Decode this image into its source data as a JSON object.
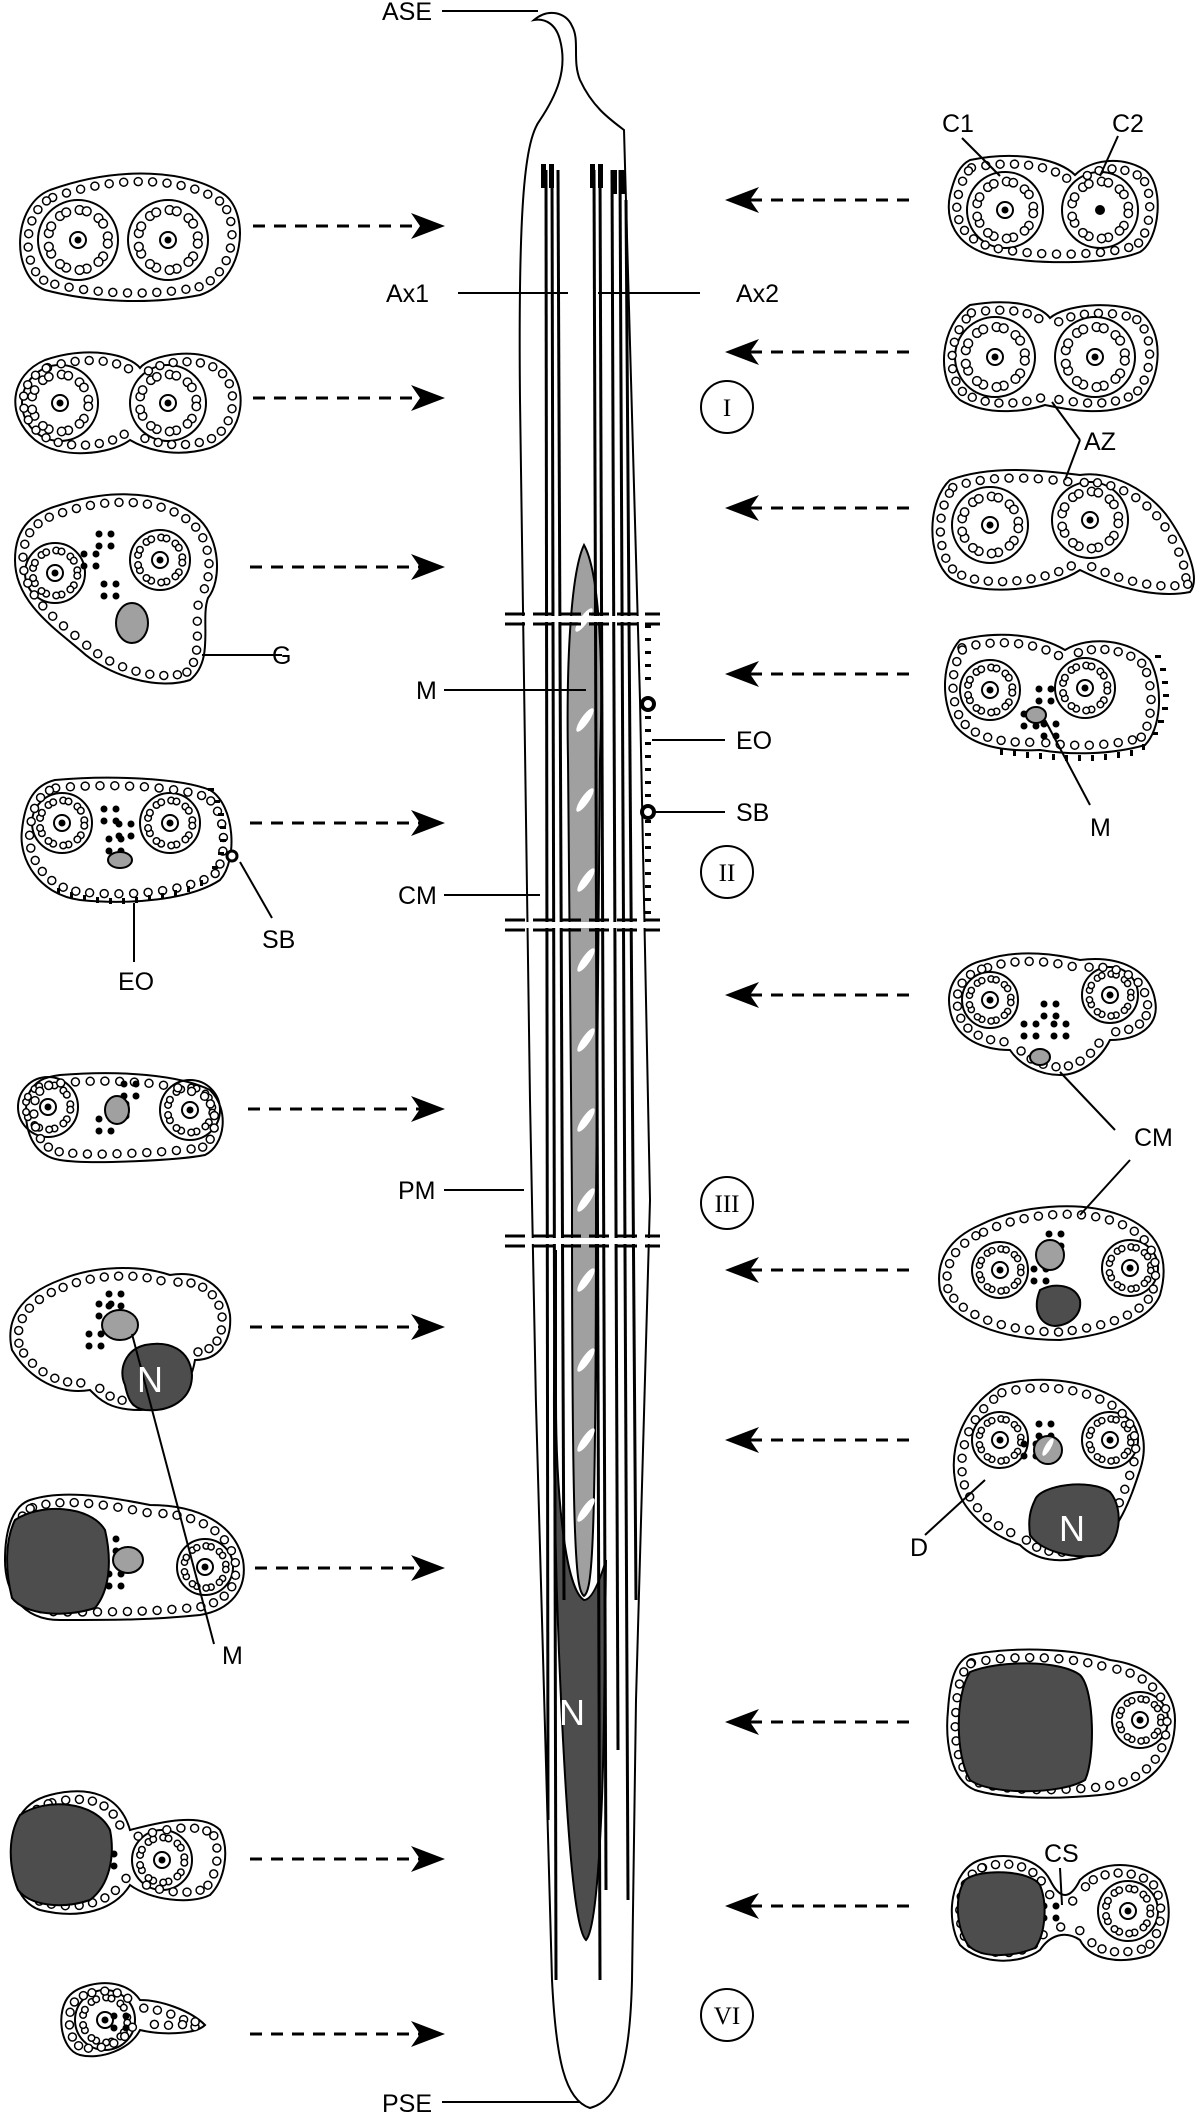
{
  "labels": {
    "ase": "ASE",
    "pse": "PSE",
    "ax1": "Ax1",
    "ax2": "Ax2",
    "c1": "C1",
    "c2": "C2",
    "az": "AZ",
    "g": "G",
    "m_top": "M",
    "m_right": "M",
    "m_left": "M",
    "eo_right": "EO",
    "sb_right": "SB",
    "eo_left": "EO",
    "sb_left": "SB",
    "cm_center": "CM",
    "cm_right": "CM",
    "pm": "PM",
    "n_center": "N",
    "n_left": "N",
    "n_right": "N",
    "d": "D",
    "cs": "CS"
  },
  "regions": [
    "I",
    "II",
    "III",
    "VI"
  ],
  "colors": {
    "stroke": "#000000",
    "mitochondrion": "#a0a0a0",
    "nucleus": "#4d4d4d",
    "background": "#ffffff"
  }
}
